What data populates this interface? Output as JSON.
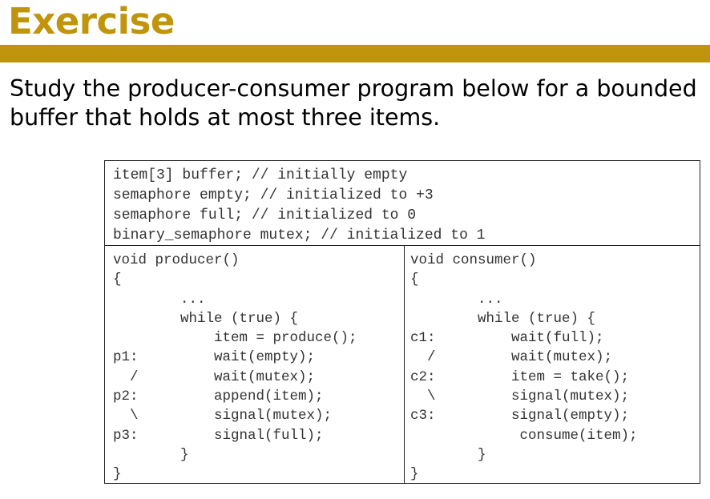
{
  "slide": {
    "title": "Exercise",
    "intro": "Study the producer-consumer program below for a bounded buffer that holds at most three items."
  },
  "colors": {
    "title": "#c0940c",
    "bar": "#c0940c",
    "code_text": "#333333",
    "border": "#222222"
  },
  "code": {
    "header": [
      "item[3] buffer; // initially empty",
      "semaphore empty; // initialized to +3",
      "semaphore full; // initialized to 0",
      "binary_semaphore mutex; // initialized to 1"
    ],
    "producer": [
      "void producer()",
      "{",
      "        ...",
      "        while (true) {",
      "            item = produce();",
      "p1:         wait(empty);",
      "  /         wait(mutex);",
      "p2:         append(item);",
      "  \\         signal(mutex);",
      "p3:         signal(full);",
      "        }",
      "}"
    ],
    "consumer": [
      "void consumer()",
      "{",
      "        ...",
      "        while (true) {",
      "c1:         wait(full);",
      "  /         wait(mutex);",
      "c2:         item = take();",
      "  \\         signal(mutex);",
      "c3:         signal(empty);",
      "             consume(item);",
      "        }",
      "}"
    ]
  }
}
